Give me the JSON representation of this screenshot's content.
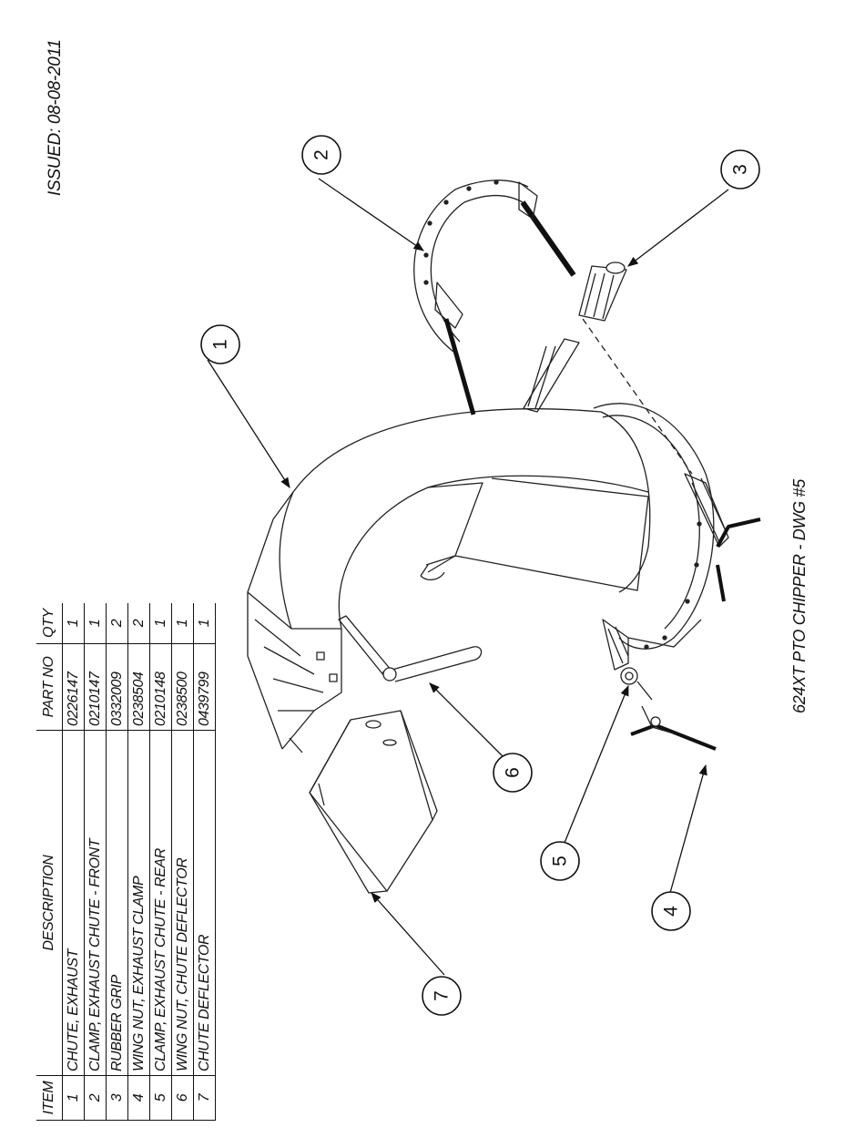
{
  "issued": "ISSUED: 08-08-2011",
  "drawing_title": "624XT PTO CHIPPER - DWG #5",
  "parts_table": {
    "headers": {
      "item": "ITEM",
      "description": "DESCRIPTION",
      "part_no": "PART NO",
      "qty": "QTY"
    },
    "rows": [
      {
        "item": "1",
        "description": "CHUTE, EXHAUST",
        "part_no": "0226147",
        "qty": "1"
      },
      {
        "item": "2",
        "description": "CLAMP, EXHAUST CHUTE - FRONT",
        "part_no": "0210147",
        "qty": "1"
      },
      {
        "item": "3",
        "description": "RUBBER GRIP",
        "part_no": "0332009",
        "qty": "2"
      },
      {
        "item": "4",
        "description": "WING NUT, EXHAUST CLAMP",
        "part_no": "0238504",
        "qty": "2"
      },
      {
        "item": "5",
        "description": "CLAMP, EXHAUST CHUTE - REAR",
        "part_no": "0210148",
        "qty": "1"
      },
      {
        "item": "6",
        "description": "WING NUT, CHUTE DEFLECTOR",
        "part_no": "0238500",
        "qty": "1"
      },
      {
        "item": "7",
        "description": "CHUTE DEFLECTOR",
        "part_no": "0439799",
        "qty": "1"
      }
    ]
  },
  "callouts": [
    "1",
    "2",
    "3",
    "4",
    "5",
    "6",
    "7"
  ]
}
